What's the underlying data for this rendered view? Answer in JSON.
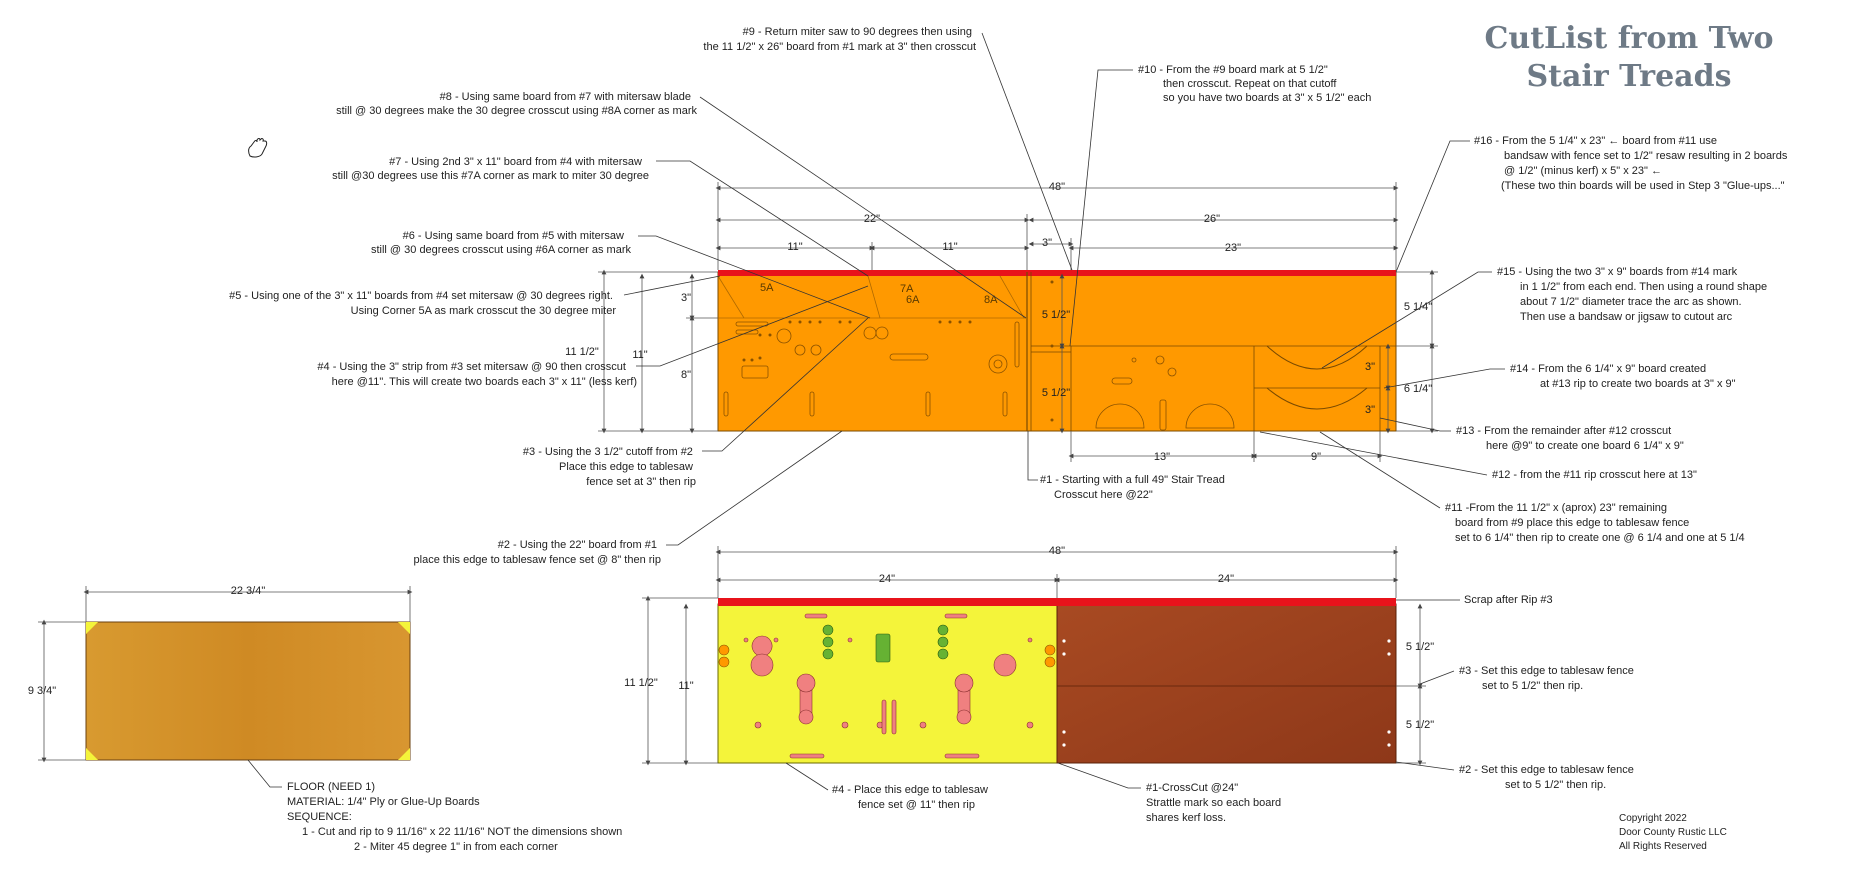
{
  "title": {
    "line1": "CutList from Two",
    "line2": "Stair Treads"
  },
  "colors": {
    "tread": "#ff9900",
    "strip": "#e8131b",
    "yellow": "#f4f43a",
    "walnut": "#a0411f",
    "floor": "#d08a23",
    "part": "#f08080",
    "green": "#66b233",
    "title": "#6e7a86"
  },
  "steps": {
    "s1": [
      "#1 - Starting with a full 49\" Stair Tread",
      "Crosscut here @22\""
    ],
    "s2": [
      "#2 - Using the 22\" board from #1",
      "place this edge to tablesaw  fence set @ 8\" then rip"
    ],
    "s3": [
      "#3 - Using the 3 1/2\" cutoff from #2",
      "Place this edge to tablesaw",
      "fence set at 3\" then rip"
    ],
    "s4": [
      "#4 - Using the 3\" strip from #3 set mitersaw @ 90 then crosscut",
      "here @11\". This will create two boards each 3\" x 11\" (less kerf)"
    ],
    "s5": [
      "#5  - Using one of the 3\" x 11\" boards from #4 set mitersaw @ 30 degrees right.",
      "Using Corner 5A as mark crosscut the 30 degree miter"
    ],
    "s6": [
      "#6  - Using same board from #5 with mitersaw",
      "still @ 30 degrees crosscut using #6A corner as mark"
    ],
    "s7": [
      "#7 - Using 2nd 3\" x 11\" board from #4 with mitersaw",
      "still @30 degrees use this #7A corner as mark to miter 30 degree"
    ],
    "s8": [
      "#8  - Using same board from #7 with mitersaw blade",
      "still @ 30 degrees make the 30 degree crosscut using #8A corner as mark"
    ],
    "s9": [
      "#9 - Return miter saw to 90 degrees then using",
      "the 11 1/2\" x 26\" board from #1 mark at 3\" then crosscut"
    ],
    "s10": [
      "#10 - From the #9 board mark at 5 1/2\"",
      "then crosscut. Repeat on that cutoff",
      "so you have two boards at 3\" x 5 1/2\" each"
    ],
    "s11": [
      "#11 -From the 11 1/2\" x (aprox) 23\" remaining",
      "board from #9 place this edge to tablesaw fence",
      "set to 6 1/4\" then rip to create one @ 6 1/4 and one at 5 1/4"
    ],
    "s12": [
      "#12 - from the #11 rip crosscut here at 13\""
    ],
    "s13": [
      "#13 - From the remainder after #12 crosscut",
      "here @9\" to create one board 6 1/4\" x 9\""
    ],
    "s14": [
      "#14 - From the 6 1/4\" x 9\" board created",
      "at #13 rip to create two boards at 3\" x 9\""
    ],
    "s15": [
      "#15 - Using the two 3\" x 9\" boards from #14 mark",
      "in 1 1/2\" from each end. Then using a round shape",
      "about 7 1/2\" diameter trace the arc as shown.",
      "Then use a bandsaw or jigsaw to cutout arc"
    ],
    "s16": [
      "#16 - From the 5 1/4\" x 23\" ← board from #11 use",
      "bandsaw with fence set to 1/2\" resaw resulting in 2 boards",
      "@ 1/2\" (minus kerf)  x 5\" x 23\" ←",
      "(These two thin boards will be used in Step 3 \"Glue-ups...\""
    ]
  },
  "lower": {
    "scrap": "Scrap after Rip #3",
    "b3": [
      "#3 - Set this edge to tablesaw fence",
      "set to 5 1/2\" then rip."
    ],
    "b2": [
      "#2 - Set this edge to tablesaw fence",
      "set to 5 1/2\" then rip."
    ],
    "b1": [
      "#1-CrossCut @24\"",
      "Strattle mark so each board",
      "shares kerf loss."
    ],
    "b4": [
      "#4 - Place this edge to tablesaw",
      "fence set @ 11\" then rip"
    ]
  },
  "floor": {
    "lines": [
      "FLOOR (NEED 1)",
      "MATERIAL: 1/4\" Ply or Glue-Up Boards",
      "SEQUENCE:",
      "1 - Cut and rip to 9 11/16\" x 22 11/16\" NOT the dimensions shown",
      "2 - Miter 45 degree 1\" in from each corner"
    ]
  },
  "copyright": [
    "Copyright 2022",
    "Door County Rustic LLC",
    "All Rights Reserved"
  ],
  "dims": {
    "top48": "48\"",
    "top22": "22\"",
    "top26": "26\"",
    "top11a": "11\"",
    "top11b": "11\"",
    "top3": "3\"",
    "top23": "23\"",
    "left3": "3\"",
    "left8": "8\"",
    "left11": "11\"",
    "left115": "11 1/2\"",
    "mid55a": "5 1/2\"",
    "mid55b": "5 1/2\"",
    "right525": "5 1/4\"",
    "right625": "6 1/4\"",
    "r3a": "3\"",
    "r3b": "3\"",
    "bot13": "13\"",
    "bot9": "9\"",
    "l48": "48\"",
    "l24a": "24\"",
    "l24b": "24\"",
    "l115": "11 1/2\"",
    "l11": "11\"",
    "l55a": "5 1/2\"",
    "l55b": "5 1/2\"",
    "f2275": "22 3/4\"",
    "f975": "9 3/4\""
  },
  "marks": {
    "m5a": "5A",
    "m6a": "6A",
    "m7a": "7A",
    "m8a": "8A"
  }
}
